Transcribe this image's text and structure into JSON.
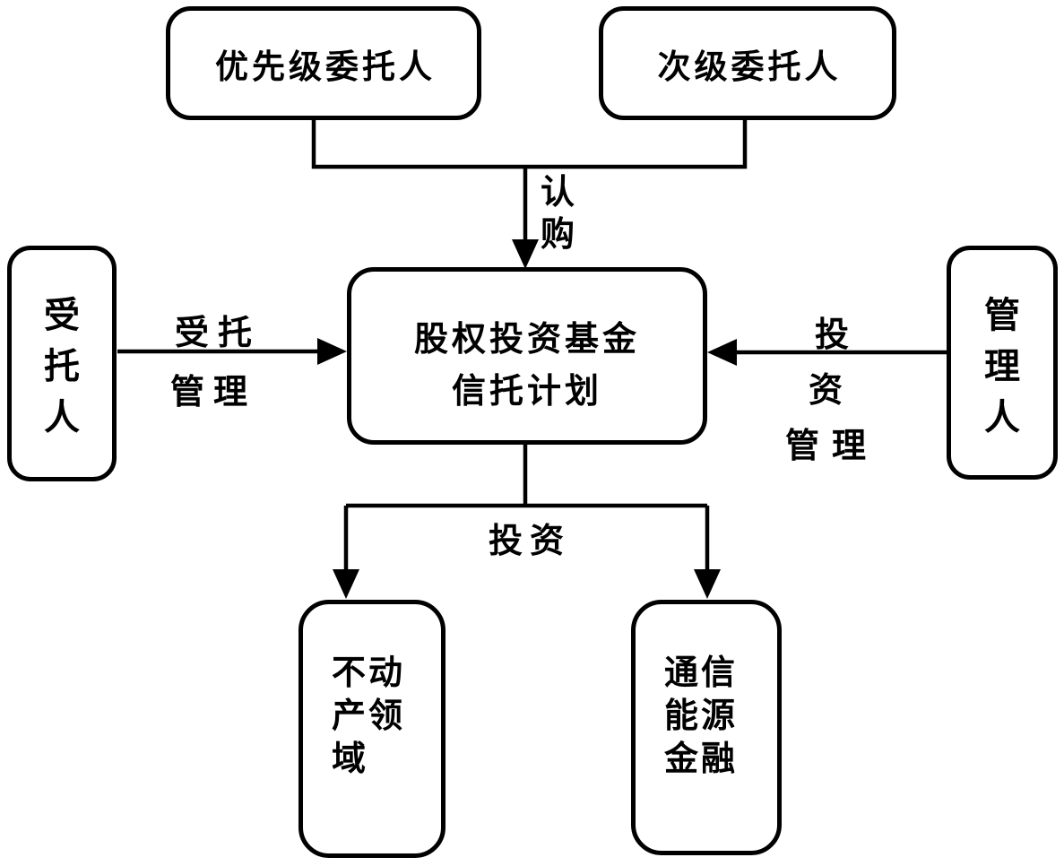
{
  "diagram": {
    "nodes": {
      "priority_principal": {
        "label": "优先级委托人"
      },
      "subordinate_principal": {
        "label": "次级委托人"
      },
      "trust_plan": {
        "label": "股权投资基金\n信托计划"
      },
      "trustee": {
        "label": "受\n托\n人"
      },
      "manager": {
        "label": "管\n理\n人"
      },
      "real_estate": {
        "label": "不动\n产领\n域"
      },
      "comm_energy_finance": {
        "label": "通信\n能源\n金融"
      }
    },
    "edge_labels": {
      "subscribe": "认\n购",
      "entrusted_management": "受托\n管理",
      "investment_management": "投资\n管理",
      "invest": "投资"
    },
    "colors": {
      "line": "#000000",
      "background": "#ffffff",
      "box_fill": "#ffffff"
    }
  }
}
